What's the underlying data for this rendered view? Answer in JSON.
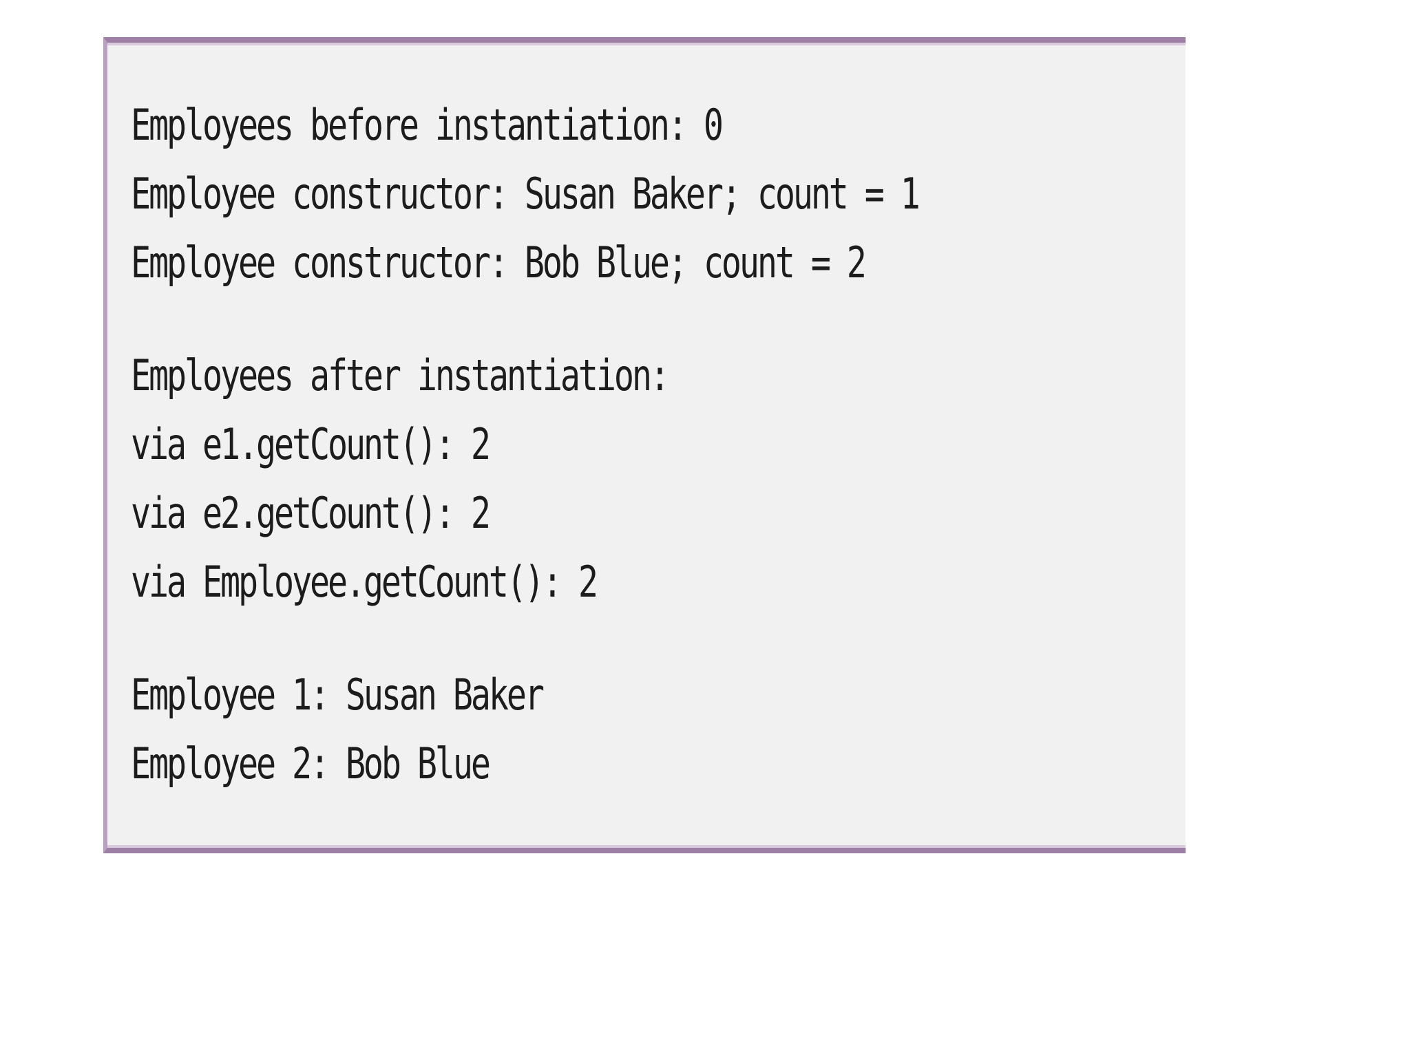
{
  "console": {
    "lines": [
      "Employees before instantiation: 0",
      "Employee constructor: Susan Baker; count = 1",
      "Employee constructor: Bob Blue; count = 2",
      "",
      "Employees after instantiation:",
      "via e1.getCount(): 2",
      "via e2.getCount(): 2",
      "via Employee.getCount(): 2",
      "",
      "Employee 1: Susan Baker",
      "Employee 2: Bob Blue"
    ]
  },
  "colors": {
    "panel_background": "#f1f1f1",
    "border_accent": "#9d7fa6",
    "text": "#1c1c1c"
  }
}
